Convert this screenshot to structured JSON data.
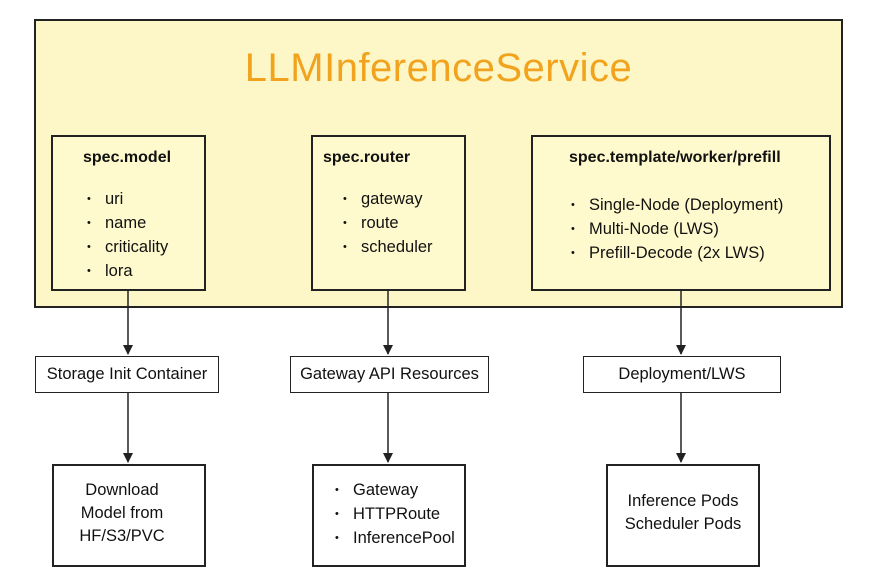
{
  "title": "LLMInferenceService",
  "colors": {
    "title": "#f2a31d",
    "panel_fill": "#fdf7c8",
    "stroke": "#222222"
  },
  "spec_boxes": {
    "model": {
      "title": "spec.model",
      "items": [
        "uri",
        "name",
        "criticality",
        "lora"
      ]
    },
    "router": {
      "title": "spec.router",
      "items": [
        "gateway",
        "route",
        "scheduler"
      ]
    },
    "template": {
      "title": "spec.template/worker/prefill",
      "items": [
        "Single-Node (Deployment)",
        "Multi-Node (LWS)",
        "Prefill-Decode (2x LWS)"
      ]
    }
  },
  "middle_labels": {
    "storage": "Storage Init Container",
    "gateway_api": "Gateway API Resources",
    "deployment": "Deployment/LWS"
  },
  "bottom_boxes": {
    "download": {
      "lines": [
        "Download",
        "Model from",
        "HF/S3/PVC"
      ]
    },
    "resources": {
      "items": [
        "Gateway",
        "HTTPRoute",
        "InferencePool"
      ]
    },
    "pods": {
      "lines": [
        "Inference Pods",
        "Scheduler Pods"
      ]
    }
  }
}
